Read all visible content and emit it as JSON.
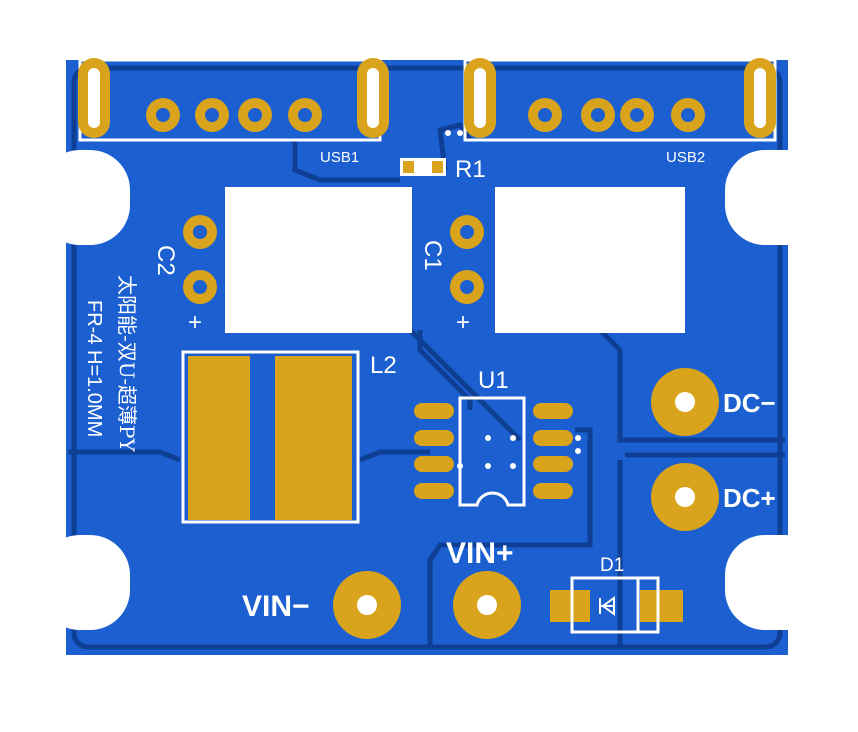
{
  "colors": {
    "board": "#1b5fd0",
    "trace": "#0e3f95",
    "pad": "#d9a41c",
    "silk": "#ffffff"
  },
  "labels": {
    "usb1": "USB1",
    "usb2": "USB2",
    "r1": "R1",
    "c1": "C1",
    "c2": "C2",
    "l2": "L2",
    "u1": "U1",
    "d1": "D1",
    "dc_minus": "DC−",
    "dc_plus": "DC+",
    "vin_minus": "VIN−",
    "vin_plus": "VIN+",
    "c1_plus": "+",
    "c2_plus": "+"
  },
  "board_text": {
    "line1": "太阳能-双U-超薄PY",
    "line2": "FR-4  H=1.0MM"
  }
}
